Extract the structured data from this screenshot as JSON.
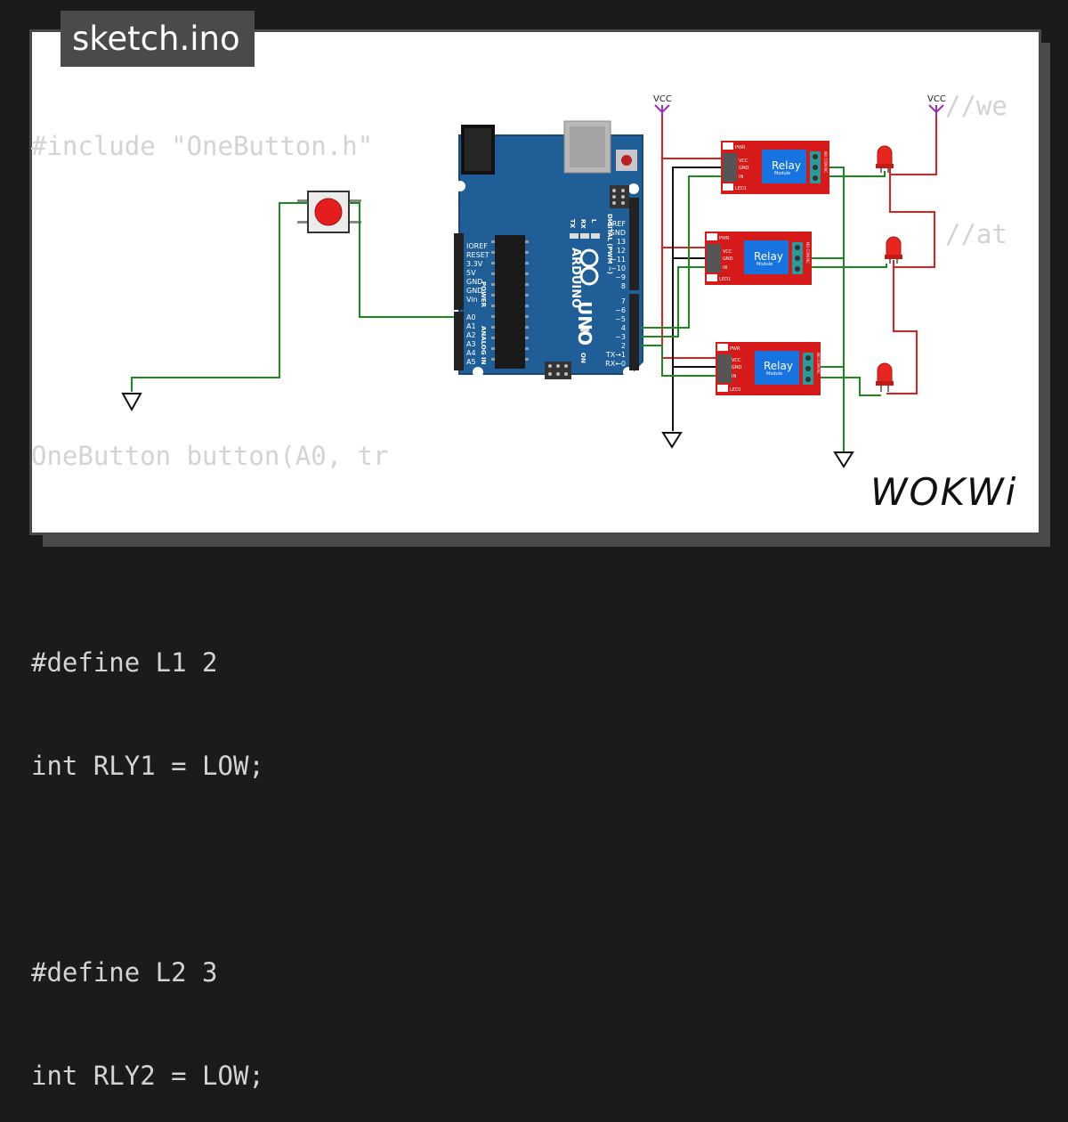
{
  "tab": {
    "filename": "sketch.ino"
  },
  "code": {
    "lines": [
      "#include \"OneButton.h\"",
      "",
      "",
      "OneButton button(A0, tr",
      "",
      "#define L1 2",
      "int RLY1 = LOW;",
      "",
      "#define L2 3",
      "int RLY2 = LOW;"
    ],
    "right_comments": [
      "//we",
      "//at"
    ]
  },
  "circuit": {
    "vcc_labels": [
      "VCC",
      "VCC"
    ],
    "arduino": {
      "brand": "ARDUINO",
      "model": "UNO",
      "power_pins": [
        "IOREF",
        "RESET",
        "3.3V",
        "5V",
        "GND",
        "GND",
        "Vin"
      ],
      "power_label": "POWER",
      "analog_pins": [
        "A0",
        "A1",
        "A2",
        "A3",
        "A4",
        "A5"
      ],
      "analog_label": "ANALOG IN",
      "digital_pins": [
        "AREF",
        "GND",
        "13",
        "12",
        "~11",
        "~10",
        "~9",
        "8",
        "7",
        "~6",
        "~5",
        "4",
        "~3",
        "2",
        "TX→1",
        "RX←0"
      ],
      "digital_label": "DIGITAL (PWM ~)",
      "on_label": "ON",
      "tx_label": "TX",
      "rx_label": "RX",
      "l_label": "L"
    },
    "relay": {
      "title": "Relay",
      "subtitle": "Module",
      "pins": [
        "VCC",
        "GND",
        "IN"
      ],
      "pwr": "PWR",
      "led": "LED1",
      "terminals": "NO COM NC"
    }
  },
  "logo": {
    "text": "WOKWi"
  },
  "colors": {
    "background": "#1b1b1b",
    "card": "#ffffff",
    "frame": "#4a4a4a",
    "code_text": "#d3d3d3",
    "wire_green": "#1c8a1c",
    "wire_red": "#e02020",
    "wire_black": "#111111",
    "vcc_purple": "#9a2fb5",
    "arduino_blue": "#1f5e96",
    "relay_red": "#d61a1a",
    "relay_blue": "#1673e0"
  }
}
